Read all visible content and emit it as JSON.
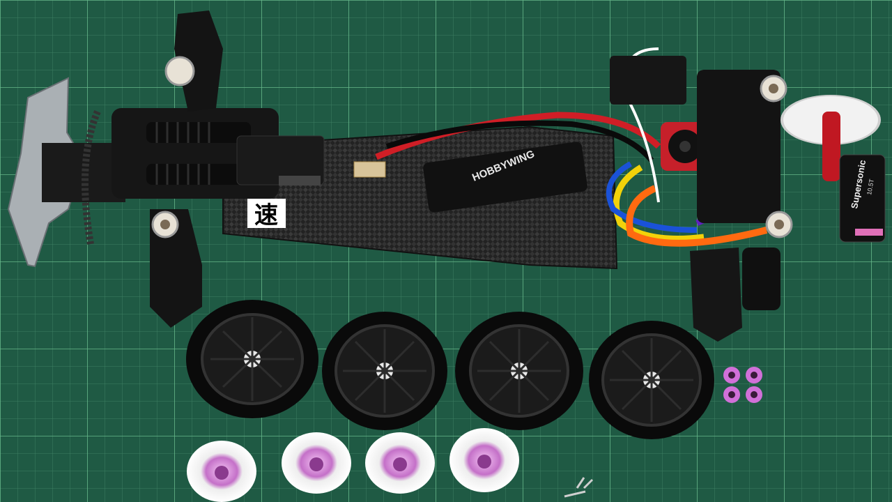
{
  "scene": {
    "mat_color": "#1f5a44",
    "mat_grid_color": "#3f8a6a",
    "mat_major_grid_color": "#5fae84",
    "carbon_color": "#2a2a2a",
    "accent_red": "#d0202a",
    "accent_pink": "#d070d8"
  },
  "labels": {
    "esc_brand": "HOBBYWING",
    "motor_brand": "Supersonic",
    "motor_turns": "10.5T",
    "kanji_sticker": "速"
  },
  "wheels": {
    "count": 4
  },
  "wheel_hub_adapters": {
    "count": 4
  },
  "wheel_nuts": {
    "count": 4
  }
}
